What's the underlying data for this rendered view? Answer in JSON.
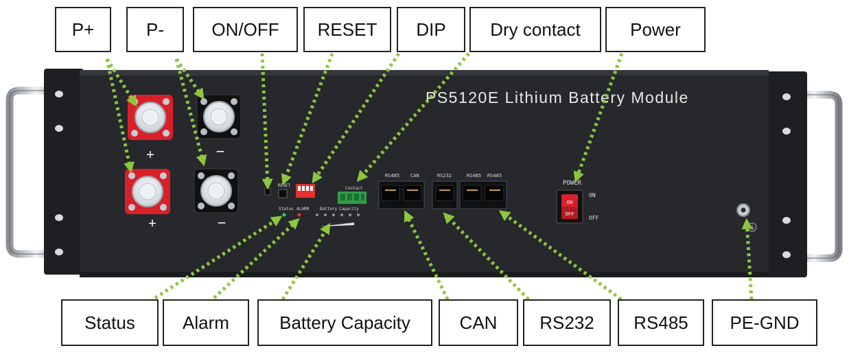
{
  "device": {
    "model_title": "PS5120E Lithium Battery Module",
    "plus_sign": "+",
    "minus_sign": "−",
    "panel": {
      "reset": "RESET",
      "status": "Status",
      "alarm": "ALARM",
      "battery": "Battery",
      "capacity": "Capacity",
      "contact": "Contact",
      "rs485_port": "RS485",
      "can_port": "CAN",
      "rs232_port": "RS232",
      "rs485_a": "RS485",
      "rs485_b": "RS485",
      "power": "POWER",
      "on": "ON",
      "off": "OFF",
      "switch_on": "ON",
      "switch_off": "OFF"
    }
  },
  "callouts": {
    "top": [
      "P+",
      "P-",
      "ON/OFF",
      "RESET",
      "DIP",
      "Dry contact",
      "Power"
    ],
    "bottom": [
      "Status",
      "Alarm",
      "Battery Capacity",
      "CAN",
      "RS232",
      "RS485",
      "PE-GND"
    ]
  },
  "colors": {
    "arrow": "#8dc63f",
    "chassis": "#26282b",
    "terminal_red": "#d9202a",
    "terminal_black": "#111111",
    "dip_red": "#e5312f",
    "connector_green": "#2e9e48"
  }
}
